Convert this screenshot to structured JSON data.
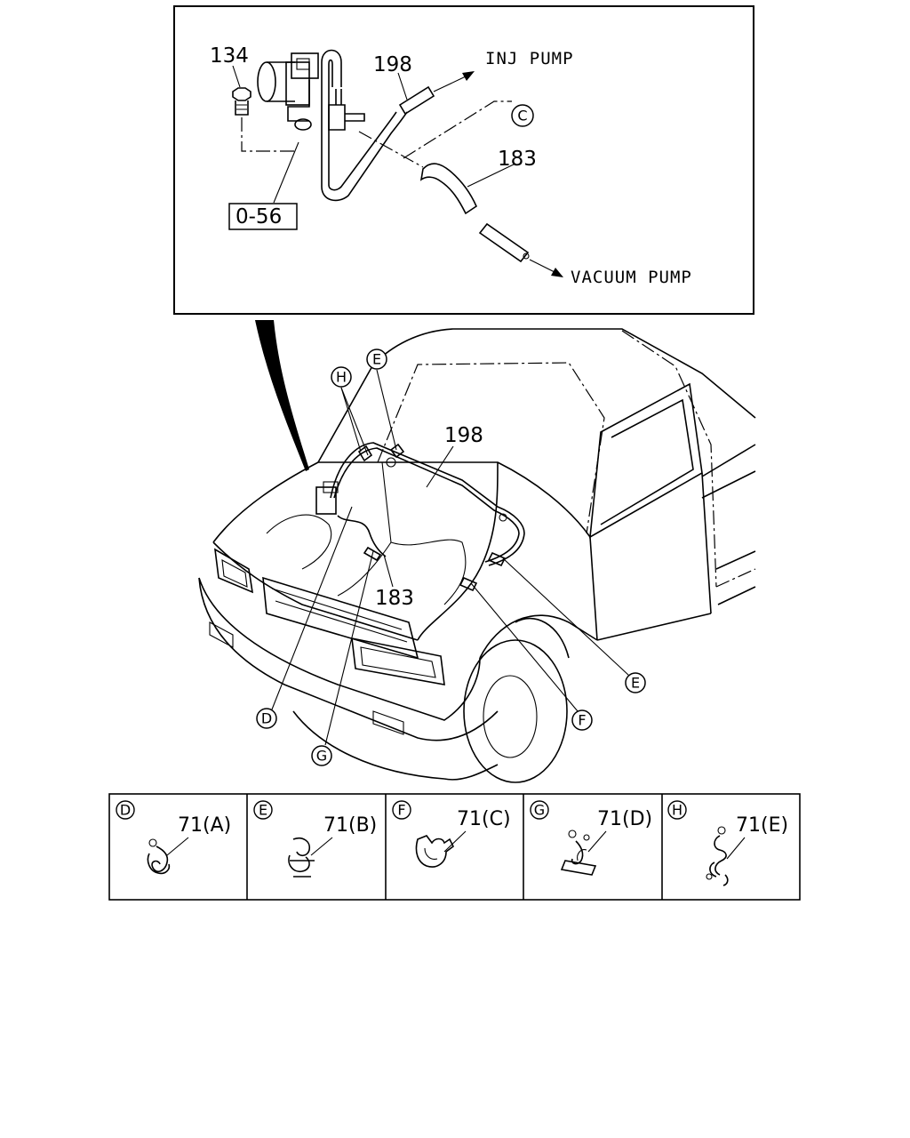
{
  "detail": {
    "part_bolt": "134",
    "part_hose_upper": "198",
    "part_hose_lower": "183",
    "inj_pump": "INJ PUMP",
    "vacuum_pump": "VACUUM PUMP",
    "ref_c": "C",
    "ref_box": "0-56"
  },
  "main": {
    "part_hose_upper": "198",
    "part_hose_lower": "183",
    "refs": {
      "h": "H",
      "e_top": "E",
      "e_right": "E",
      "f": "F",
      "d": "D",
      "g": "G"
    }
  },
  "clips": [
    {
      "ref": "D",
      "label": "71(A)"
    },
    {
      "ref": "E",
      "label": "71(B)"
    },
    {
      "ref": "F",
      "label": "71(C)"
    },
    {
      "ref": "G",
      "label": "71(D)"
    },
    {
      "ref": "H",
      "label": "71(E)"
    }
  ]
}
